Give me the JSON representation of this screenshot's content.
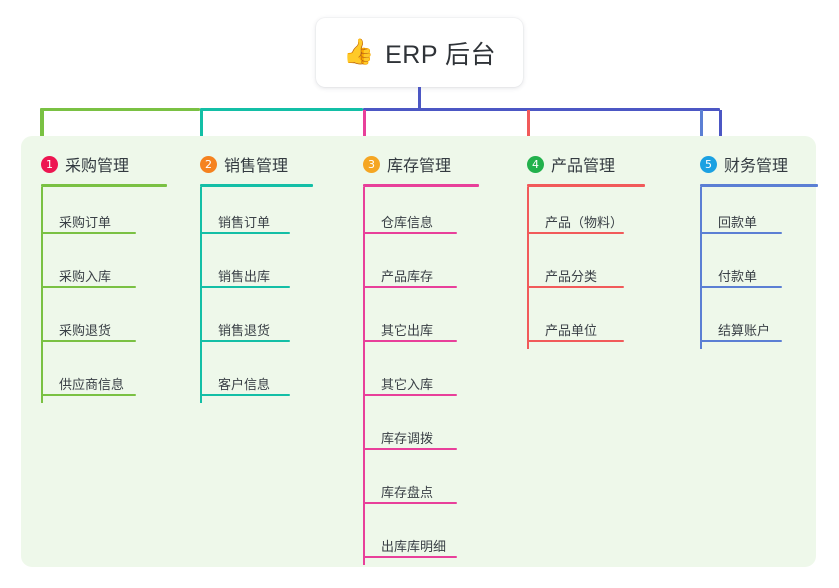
{
  "title": {
    "emoji": "👍",
    "emoji_name": "thumbs-up-icon",
    "text": "ERP 后台"
  },
  "colors": {
    "panel_bg": "#eef8ea",
    "trunk": "#4c57c4",
    "bus_left": "#7ac143",
    "bus_mid": "#13bfa6",
    "bus_right": "#4c57c4"
  },
  "columns": [
    {
      "badge": "1",
      "badge_color": "#ed1651",
      "accent": "#7ac143",
      "title": "采购管理",
      "items": [
        "采购订单",
        "采购入库",
        "采购退货",
        "供应商信息"
      ]
    },
    {
      "badge": "2",
      "badge_color": "#f5821f",
      "accent": "#13bfa6",
      "title": "销售管理",
      "items": [
        "销售订单",
        "销售出库",
        "销售退货",
        "客户信息"
      ]
    },
    {
      "badge": "3",
      "badge_color": "#f5a623",
      "accent": "#e8409a",
      "title": "库存管理",
      "items": [
        "仓库信息",
        "产品库存",
        "其它出库",
        "其它入库",
        "库存调拨",
        "库存盘点",
        "出库库明细"
      ]
    },
    {
      "badge": "4",
      "badge_color": "#22b14c",
      "accent": "#f15a5a",
      "title": "产品管理",
      "items": [
        "产品（物料）",
        "产品分类",
        "产品单位"
      ]
    },
    {
      "badge": "5",
      "badge_color": "#1ba1e2",
      "accent": "#5b7fd4",
      "title": "财务管理",
      "items": [
        "回款单",
        "付款单",
        "结算账户"
      ]
    }
  ]
}
